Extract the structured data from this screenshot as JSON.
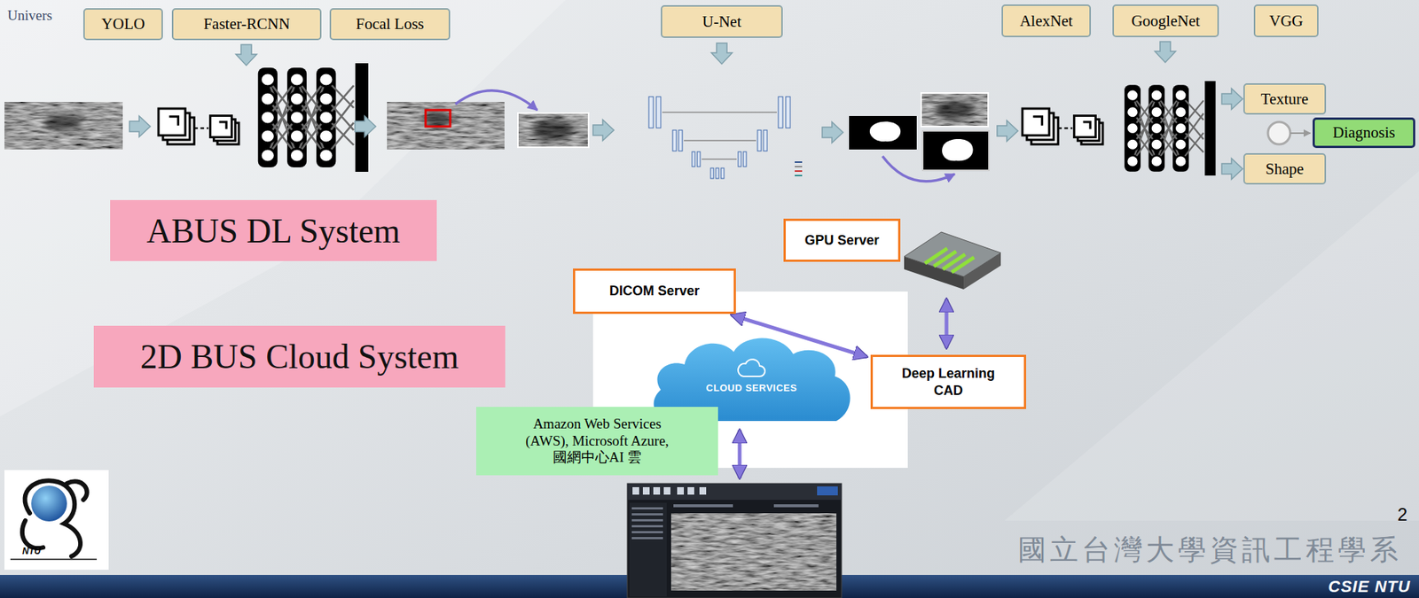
{
  "diagram": {
    "nodes": [
      {
        "text": [
          "YOLO"
        ]
      },
      {
        "text": [
          "Faster-RCNN"
        ]
      },
      {
        "text": [
          "Focal Loss"
        ]
      },
      {
        "text": [
          "U-Net"
        ]
      },
      {
        "text": [
          "AlexNet"
        ]
      },
      {
        "text": [
          "GoogleNet"
        ]
      },
      {
        "text": [
          "VGG"
        ]
      },
      {
        "text": [
          "Texture"
        ]
      },
      {
        "text": [
          "Diagnosis"
        ]
      },
      {
        "text": [
          "Shape"
        ]
      },
      {
        "text": [
          "ABUS DL System"
        ]
      },
      {
        "text": [
          "GPU Server"
        ]
      },
      {
        "text": [
          "DICOM Server"
        ]
      },
      {
        "text": [
          "2D BUS Cloud System"
        ]
      },
      {
        "text": [
          "CLOUD SERVICES"
        ]
      },
      {
        "text": [
          "Deep Learning CAD"
        ]
      },
      {
        "text": [
          "Amazon Web Services (AWS), Microsoft Azure, 國網中心AI 雲"
        ]
      }
    ],
    "edges": [
      {
        "from": 12,
        "to": 15,
        "arrow": "both"
      }
    ],
    "labels": [
      "Univers",
      "2",
      "國立台灣大學資訊工程學系",
      "CSIE NTU",
      "NTU"
    ]
  }
}
